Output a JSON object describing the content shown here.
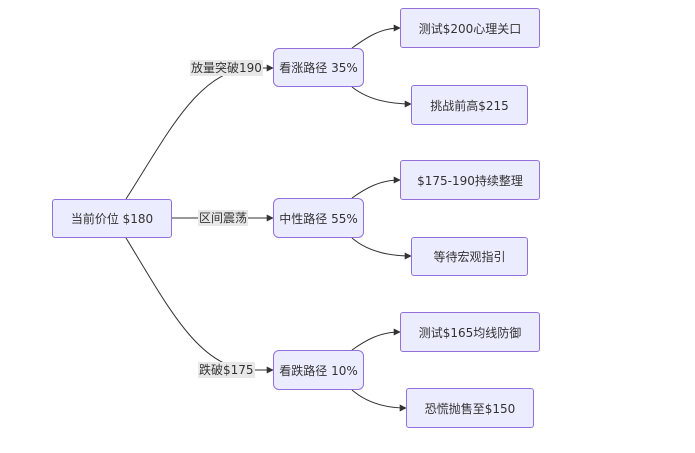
{
  "nodes": {
    "root": "当前价位 $180",
    "bull": "看涨路径 35%",
    "neutral": "中性路径 55%",
    "bear": "看跌路径 10%",
    "bull_a": "测试$200心理关口",
    "bull_b": "挑战前高$215",
    "neutral_a": "$175-190持续整理",
    "neutral_b": "等待宏观指引",
    "bear_a": "测试$165均线防御",
    "bear_b": "恐慌抛售至$150"
  },
  "edge_labels": {
    "to_bull": "放量突破190",
    "to_neutral": "区间震荡",
    "to_bear": "跌破$175"
  },
  "colors": {
    "node_fill": "#ececff",
    "node_border": "#9370db",
    "edge": "#333333",
    "label_bg": "#e8e8e8"
  }
}
